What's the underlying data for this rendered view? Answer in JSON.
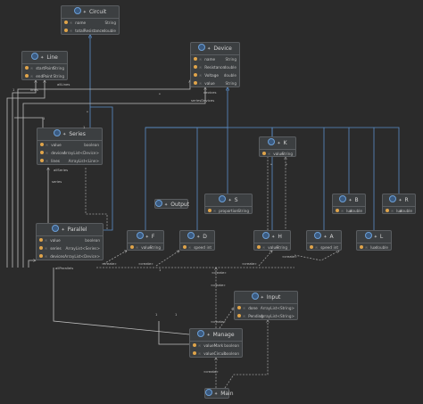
{
  "diagram": {
    "classes": [
      {
        "id": "circuit",
        "name": "Circuit",
        "fields": [
          {
            "name": "name",
            "type": "String"
          },
          {
            "name": "totalResistance",
            "type": "double"
          }
        ]
      },
      {
        "id": "line",
        "name": "Line",
        "fields": [
          {
            "name": "startPoint",
            "type": "String"
          },
          {
            "name": "endPoint",
            "type": "String"
          }
        ]
      },
      {
        "id": "device",
        "name": "Device",
        "fields": [
          {
            "name": "name",
            "type": "String"
          },
          {
            "name": "Resistance",
            "type": "double"
          },
          {
            "name": "Voltage",
            "type": "double"
          },
          {
            "name": "value",
            "type": "String"
          }
        ]
      },
      {
        "id": "series",
        "name": "Series",
        "fields": [
          {
            "name": "value",
            "type": "boolean"
          },
          {
            "name": "devices",
            "type": "ArrayList<Device>"
          },
          {
            "name": "lines",
            "type": "ArrayList<Line>"
          }
        ]
      },
      {
        "id": "k",
        "name": "K",
        "fields": [
          {
            "name": "value",
            "type": "String"
          }
        ]
      },
      {
        "id": "output",
        "name": "Output",
        "fields": []
      },
      {
        "id": "s",
        "name": "S",
        "fields": [
          {
            "name": "proportion",
            "type": "String"
          }
        ]
      },
      {
        "id": "b",
        "name": "B",
        "fields": [
          {
            "name": "lux",
            "type": "double"
          }
        ]
      },
      {
        "id": "r",
        "name": "R",
        "fields": [
          {
            "name": "lux",
            "type": "double"
          }
        ]
      },
      {
        "id": "parallel",
        "name": "Parallel",
        "fields": [
          {
            "name": "value",
            "type": "boolean"
          },
          {
            "name": "series",
            "type": "ArrayList<Series>"
          },
          {
            "name": "devices",
            "type": "ArrayList<Device>"
          }
        ]
      },
      {
        "id": "f",
        "name": "F",
        "fields": [
          {
            "name": "value",
            "type": "String"
          }
        ]
      },
      {
        "id": "d",
        "name": "D",
        "fields": [
          {
            "name": "speed",
            "type": "int"
          }
        ]
      },
      {
        "id": "h",
        "name": "H",
        "fields": [
          {
            "name": "value",
            "type": "String"
          }
        ]
      },
      {
        "id": "a",
        "name": "A",
        "fields": [
          {
            "name": "speed",
            "type": "int"
          }
        ]
      },
      {
        "id": "l",
        "name": "L",
        "fields": [
          {
            "name": "lux",
            "type": "double"
          }
        ]
      },
      {
        "id": "input",
        "name": "Input",
        "fields": [
          {
            "name": "done",
            "type": "ArrayList<String>"
          },
          {
            "name": "Pending",
            "type": "ArrayList<String>"
          }
        ]
      },
      {
        "id": "manage",
        "name": "Manage",
        "fields": [
          {
            "name": "valueMark",
            "type": "boolean"
          },
          {
            "name": "valueCircuit",
            "type": "boolean"
          }
        ]
      },
      {
        "id": "main",
        "name": "Main",
        "fields": []
      }
    ],
    "edge_labels": [
      {
        "id": "allLines",
        "text": "allLines"
      },
      {
        "id": "lines",
        "text": "lines"
      },
      {
        "id": "devices",
        "text": "devices"
      },
      {
        "id": "seriesDevices",
        "text": "seriesDevices"
      },
      {
        "id": "allSeries",
        "text": "allSeries"
      },
      {
        "id": "series",
        "text": "series"
      },
      {
        "id": "allParallels",
        "text": "allParallels"
      },
      {
        "id": "create1",
        "text": "«create»"
      },
      {
        "id": "create2",
        "text": "«create»"
      },
      {
        "id": "create3",
        "text": "«create»"
      },
      {
        "id": "create4",
        "text": "«create»"
      },
      {
        "id": "create5",
        "text": "«create»"
      },
      {
        "id": "create6",
        "text": "«create»"
      },
      {
        "id": "create7",
        "text": "«create»"
      },
      {
        "id": "create8",
        "text": "«create»"
      },
      {
        "id": "m1",
        "text": "1"
      },
      {
        "id": "m2",
        "text": "1"
      },
      {
        "id": "m3",
        "text": "1"
      },
      {
        "id": "m4",
        "text": "1"
      },
      {
        "id": "m5",
        "text": "*"
      },
      {
        "id": "m6",
        "text": "*"
      },
      {
        "id": "m7",
        "text": "*"
      },
      {
        "id": "m8",
        "text": "*"
      },
      {
        "id": "m9",
        "text": "1"
      },
      {
        "id": "m10",
        "text": "1"
      }
    ],
    "colors": {
      "background": "#2b2b2b",
      "inheritance": "#5b8ec9",
      "association": "#bdbdbd",
      "dependency": "#9a9a9a"
    }
  }
}
